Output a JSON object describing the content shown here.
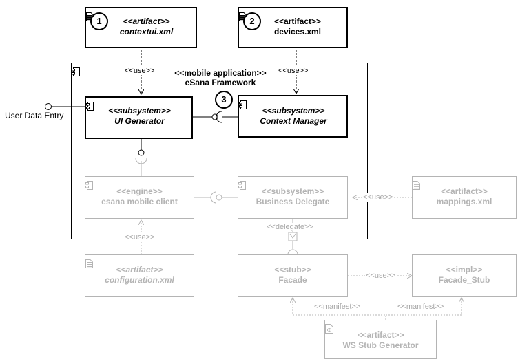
{
  "framework": {
    "stereotype": "<<mobile application>>",
    "name": "eSana Framework"
  },
  "nodes": {
    "contextui": {
      "stereotype": "<<artifact>>",
      "name": "contextui.xml",
      "badge": "1"
    },
    "devices": {
      "stereotype": "<<artifact>>",
      "name": "devices.xml",
      "badge": "2"
    },
    "ui_generator": {
      "stereotype": "<<subsystem>>",
      "name": "UI Generator"
    },
    "context_manager": {
      "stereotype": "<<subsystem>>",
      "name": "Context Manager",
      "badge": "3"
    },
    "engine": {
      "stereotype": "<<engine>>",
      "name": "esana mobile client"
    },
    "business_delegate": {
      "stereotype": "<<subsystem>>",
      "name": "Business Delegate"
    },
    "mappings": {
      "stereotype": "<<artifact>>",
      "name": "mappings.xml"
    },
    "configuration": {
      "stereotype": "<<artifact>>",
      "name": "configuration.xml"
    },
    "facade": {
      "stereotype": "<<stub>>",
      "name": "Facade"
    },
    "facade_stub": {
      "stereotype": "<<impl>>",
      "name": "Facade_Stub"
    },
    "ws_stub_generator": {
      "stereotype": "<<artifact>>",
      "name": "WS Stub Generator"
    }
  },
  "edge_labels": {
    "use_contextui": "<<use>>",
    "use_devices": "<<use>>",
    "use_mappings": "<<use>>",
    "delegate": "<<delegate>>",
    "use_configuration": "<<use>>",
    "use_facade_stub": "<<use>>",
    "manifest_left": "<<manifest>>",
    "manifest_right": "<<manifest>>"
  },
  "interface": {
    "label": "User Data Entry"
  },
  "colors": {
    "active": "#000000",
    "inactive": "#b4b4b4"
  }
}
